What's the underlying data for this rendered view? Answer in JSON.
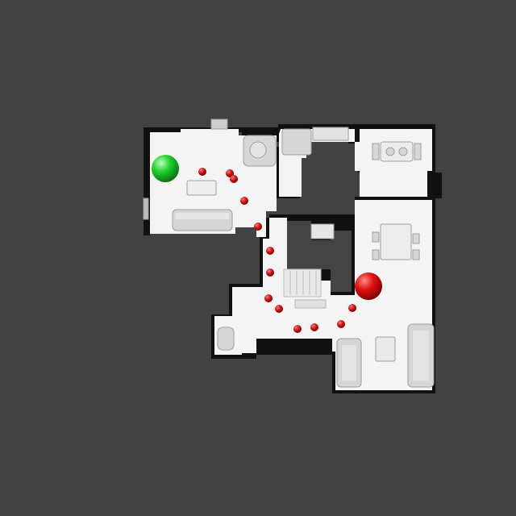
{
  "scene": {
    "background": "#424242",
    "floor_color": "#f4f4f4",
    "wall_color": "#111111",
    "furniture_color": "#d6d6d6"
  },
  "markers": {
    "start": {
      "label": "start",
      "color": "#1fcf2b"
    },
    "goal": {
      "label": "goal",
      "color": "#e01010"
    },
    "waypoint_color": "#d41414",
    "waypoint_count": 14
  }
}
